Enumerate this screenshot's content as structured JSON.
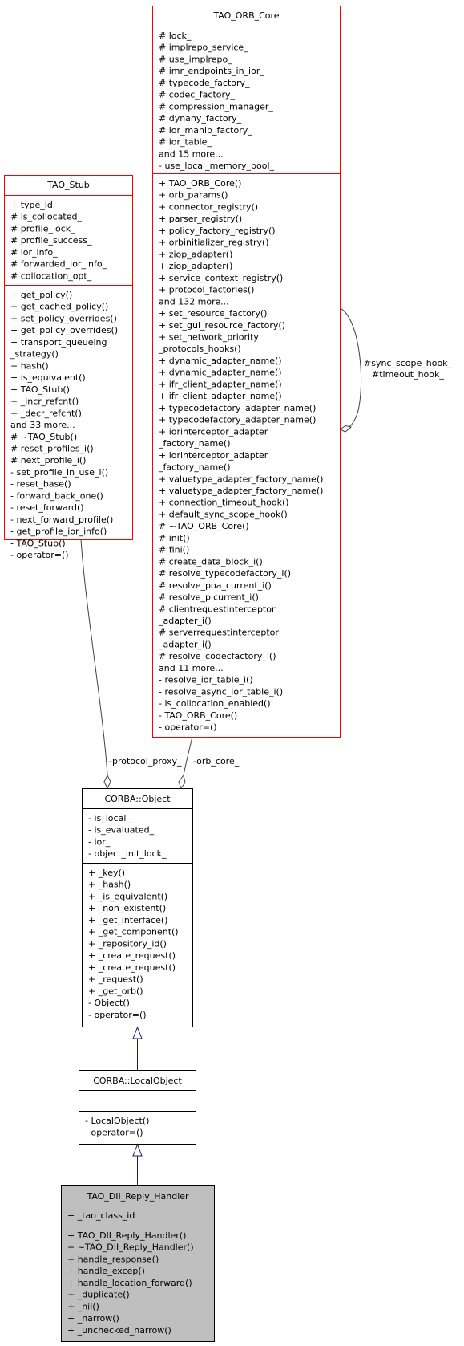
{
  "colors": {
    "red_border": "#ff0000",
    "black_border": "#000000",
    "navy_edge": "#191970",
    "gray_edge": "#404040",
    "highlight_fill": "#bfbfbf"
  },
  "classes": {
    "tao_orb_core": {
      "name": "TAO_ORB_Core",
      "attributes": [
        "# lock_",
        "# implrepo_service_",
        "# use_implrepo_",
        "# imr_endpoints_in_ior_",
        "# typecode_factory_",
        "# codec_factory_",
        "# compression_manager_",
        "# dynany_factory_",
        "# ior_manip_factory_",
        "# ior_table_",
        "and 15 more...",
        "- use_local_memory_pool_"
      ],
      "methods": [
        "+ TAO_ORB_Core()",
        "+ orb_params()",
        "+ connector_registry()",
        "+ parser_registry()",
        "+ policy_factory_registry()",
        "+ orbinitializer_registry()",
        "+ ziop_adapter()",
        "+ ziop_adapter()",
        "+ service_context_registry()",
        "+ protocol_factories()",
        "and 132 more...",
        "+ set_resource_factory()",
        "+ set_gui_resource_factory()",
        "+ set_network_priority",
        "  _protocols_hooks()",
        "+ dynamic_adapter_name()",
        "+ dynamic_adapter_name()",
        "+ ifr_client_adapter_name()",
        "+ ifr_client_adapter_name()",
        "+ typecodefactory_adapter_name()",
        "+ typecodefactory_adapter_name()",
        "+ iorinterceptor_adapter",
        "  _factory_name()",
        "+ iorinterceptor_adapter",
        "  _factory_name()",
        "+ valuetype_adapter_factory_name()",
        "+ valuetype_adapter_factory_name()",
        "+ connection_timeout_hook()",
        "+ default_sync_scope_hook()",
        "# ~TAO_ORB_Core()",
        "# init()",
        "# fini()",
        "# create_data_block_i()",
        "# resolve_typecodefactory_i()",
        "# resolve_poa_current_i()",
        "# resolve_picurrent_i()",
        "# clientrequestinterceptor",
        "  _adapter_i()",
        "# serverrequestinterceptor",
        "  _adapter_i()",
        "# resolve_codecfactory_i()",
        "and 11 more...",
        "- resolve_ior_table_i()",
        "- resolve_async_ior_table_i()",
        "- is_collocation_enabled()",
        "- TAO_ORB_Core()",
        "- operator=()"
      ]
    },
    "tao_stub": {
      "name": "TAO_Stub",
      "attributes": [
        "+ type_id",
        "# is_collocated_",
        "# profile_lock_",
        "# profile_success_",
        "# ior_info_",
        "# forwarded_ior_info_",
        "# collocation_opt_"
      ],
      "methods": [
        "+ get_policy()",
        "+ get_cached_policy()",
        "+ set_policy_overrides()",
        "+ get_policy_overrides()",
        "+ transport_queueing",
        "  _strategy()",
        "+ hash()",
        "+ is_equivalent()",
        "+ TAO_Stub()",
        "+ _incr_refcnt()",
        "+ _decr_refcnt()",
        "and 33 more...",
        "# ~TAO_Stub()",
        "# reset_profiles_i()",
        "# next_profile_i()",
        "- set_profile_in_use_i()",
        "- reset_base()",
        "- forward_back_one()",
        "- reset_forward()",
        "- next_forward_profile()",
        "- get_profile_ior_info()",
        "- TAO_Stub()",
        "- operator=()"
      ]
    },
    "corba_object": {
      "name": "CORBA::Object",
      "attributes": [
        "- is_local_",
        "- is_evaluated_",
        "- ior_",
        "- object_init_lock_"
      ],
      "methods": [
        "+ _key()",
        "+ _hash()",
        "+ _is_equivalent()",
        "+ _non_existent()",
        "+ _get_interface()",
        "+ _get_component()",
        "+ _repository_id()",
        "+ _create_request()",
        "+ _create_request()",
        "+ _request()",
        "+ _get_orb()",
        "- Object()",
        "- operator=()"
      ]
    },
    "corba_localobject": {
      "name": "CORBA::LocalObject",
      "attributes": [],
      "methods": [
        "- LocalObject()",
        "- operator=()"
      ]
    },
    "tao_dii_reply_handler": {
      "name": "TAO_DII_Reply_Handler",
      "attributes": [
        "+ _tao_class_id"
      ],
      "methods": [
        "+ TAO_DII_Reply_Handler()",
        "+ ~TAO_DII_Reply_Handler()",
        "+ handle_response()",
        "+ handle_excep()",
        "+ handle_location_forward()",
        "+ _duplicate()",
        "+ _nil()",
        "+ _narrow()",
        "+ _unchecked_narrow()"
      ]
    }
  },
  "edge_labels": {
    "self_loop": [
      "#sync_scope_hook_",
      "#timeout_hook_"
    ],
    "stub_to_object": "-protocol_proxy_",
    "core_to_object": "-orb_core_"
  }
}
